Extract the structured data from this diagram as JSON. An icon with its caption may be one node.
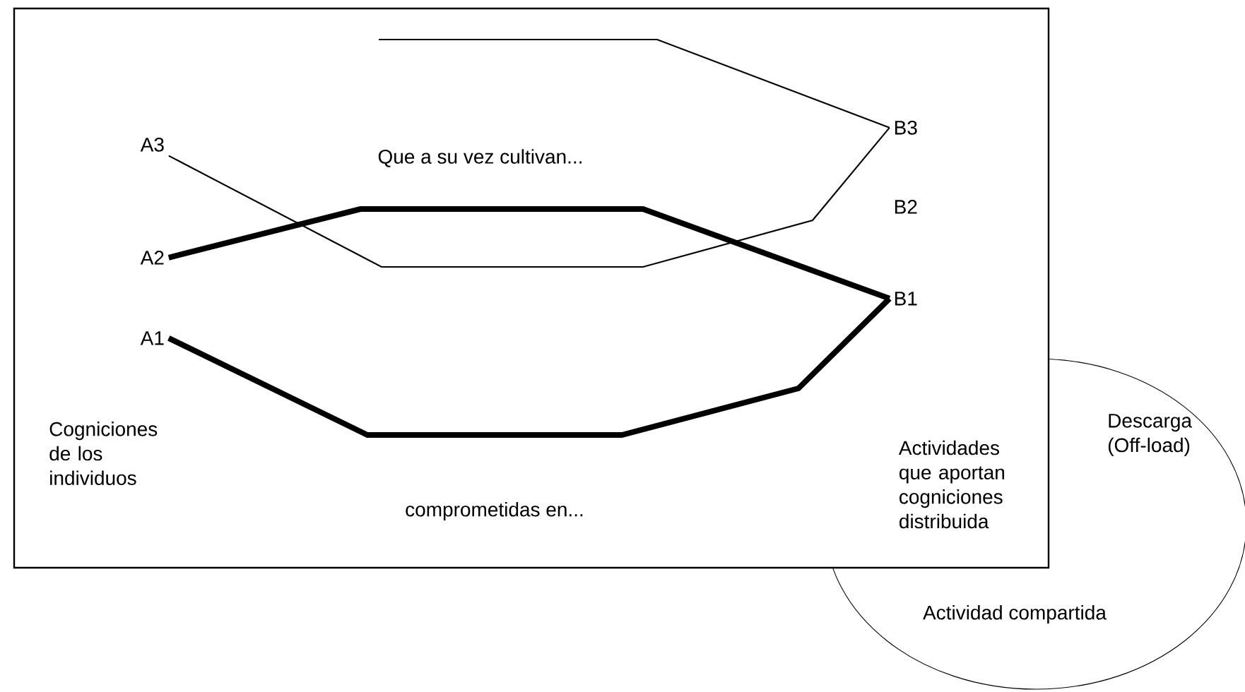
{
  "diagram": {
    "nodes": [
      {
        "text": [
          "Cogniciones de los individuos",
          "Que a su vez cultivan...",
          "comprometidas en..."
        ]
      },
      {
        "text": [
          "A3"
        ],
        "in": 0
      },
      {
        "text": [
          "A2"
        ],
        "in": 0
      },
      {
        "text": [
          "A1"
        ],
        "in": 0
      },
      {
        "text": [
          "B3"
        ],
        "in": 0
      },
      {
        "text": [
          "B2"
        ],
        "in": 0
      },
      {
        "text": [
          "B1"
        ],
        "in": 0
      },
      {
        "text": [
          "Descarga (Off-load)",
          "Actividad compartida"
        ]
      },
      {
        "text": [
          "Actividades que aportan cogniciones distribuida"
        ]
      }
    ],
    "edges": [
      {
        "from": 2,
        "to": 6,
        "arrow": "none",
        "style": "thick"
      },
      {
        "from": 3,
        "to": 6,
        "arrow": "none",
        "style": "thick"
      },
      {
        "from": 1,
        "to": 4,
        "arrow": "none"
      },
      {
        "from": null,
        "to": 4,
        "arrow": "none"
      }
    ]
  }
}
